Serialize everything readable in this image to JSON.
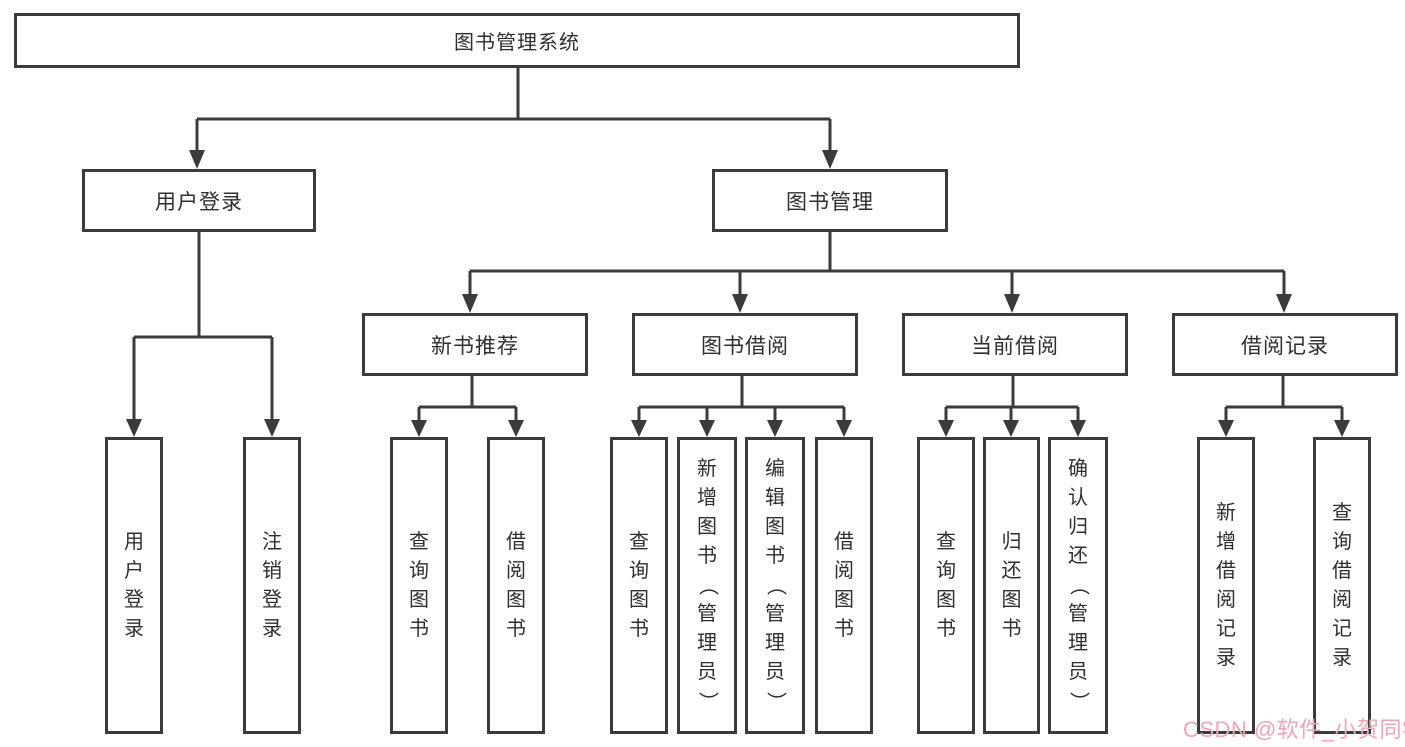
{
  "tree": {
    "root": "图书管理系统",
    "children": [
      {
        "label": "用户登录",
        "children": [
          "用户登录",
          "注销登录"
        ]
      },
      {
        "label": "图书管理",
        "children": [
          {
            "label": "新书推荐",
            "children": [
              "查询图书",
              "借阅图书"
            ]
          },
          {
            "label": "图书借阅",
            "children": [
              "查询图书",
              "新增图书（管理员）",
              "编辑图书（管理员）",
              "借阅图书"
            ]
          },
          {
            "label": "当前借阅",
            "children": [
              "查询图书",
              "归还图书",
              "确认归还（管理员）"
            ]
          },
          {
            "label": "借阅记录",
            "children": [
              "新增借阅记录",
              "查询借阅记录"
            ]
          }
        ]
      }
    ]
  },
  "watermark": {
    "text": "CSDN @软件_小贺同学",
    "color": "#eda6b3"
  },
  "colors": {
    "line": "#3b3b3b",
    "text": "#2f2f2f",
    "background": "#ffffff"
  }
}
